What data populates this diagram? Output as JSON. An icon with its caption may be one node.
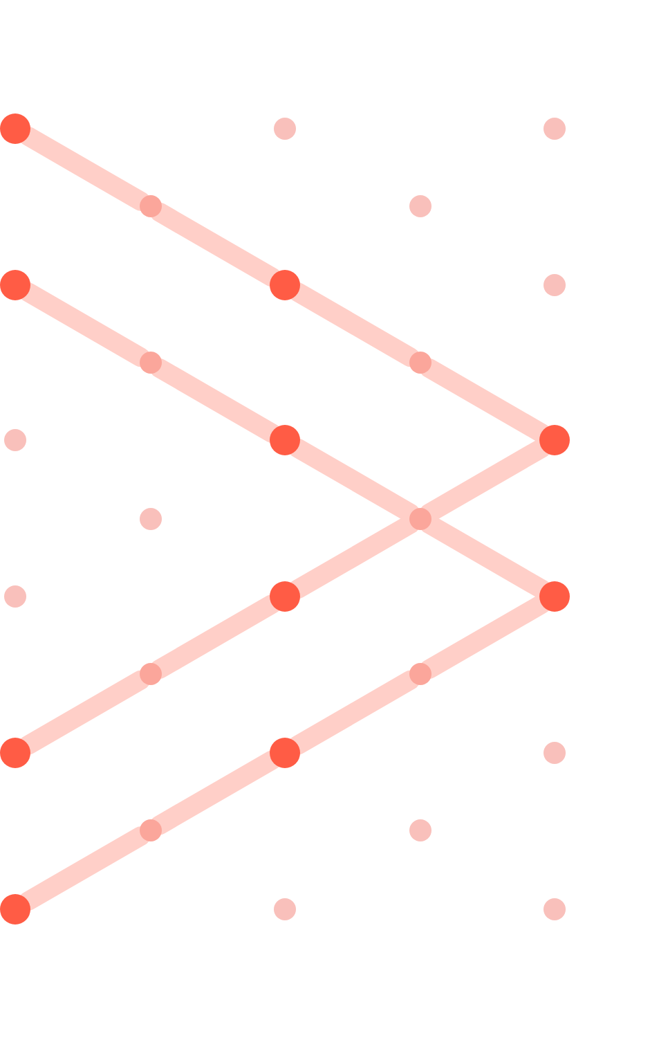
{
  "diagram": {
    "nodes": [
      {
        "text": [],
        "shape": "circle"
      },
      {
        "text": [],
        "shape": "circle"
      },
      {
        "text": [],
        "shape": "circle"
      },
      {
        "text": [],
        "shape": "circle"
      },
      {
        "text": [],
        "shape": "circle"
      },
      {
        "text": [],
        "shape": "circle"
      },
      {
        "text": [],
        "shape": "circle"
      },
      {
        "text": [],
        "shape": "circle"
      },
      {
        "text": [],
        "shape": "circle"
      },
      {
        "text": [],
        "shape": "circle"
      },
      {
        "text": [],
        "shape": "circle"
      },
      {
        "text": [],
        "shape": "circle"
      },
      {
        "text": [],
        "shape": "circle"
      },
      {
        "text": [],
        "shape": "circle"
      },
      {
        "text": [],
        "shape": "circle"
      },
      {
        "text": [],
        "shape": "circle"
      },
      {
        "text": [],
        "shape": "circle"
      },
      {
        "text": [],
        "shape": "circle"
      },
      {
        "text": [],
        "shape": "circle"
      },
      {
        "text": [],
        "shape": "circle"
      },
      {
        "text": [],
        "shape": "circle"
      },
      {
        "text": [],
        "shape": "circle"
      },
      {
        "text": [],
        "shape": "circle"
      },
      {
        "text": [],
        "shape": "circle"
      },
      {
        "text": [],
        "shape": "circle"
      },
      {
        "text": [],
        "shape": "circle"
      },
      {
        "text": [],
        "shape": "circle"
      },
      {
        "text": [],
        "shape": "circle"
      }
    ],
    "edges": [
      {
        "from": 0,
        "to": 3,
        "arrow": "none"
      },
      {
        "from": 3,
        "to": 6,
        "arrow": "none"
      },
      {
        "from": 6,
        "to": 9,
        "arrow": "none"
      },
      {
        "from": 9,
        "to": 12,
        "arrow": "none"
      },
      {
        "from": 5,
        "to": 8,
        "arrow": "none"
      },
      {
        "from": 8,
        "to": 11,
        "arrow": "none"
      },
      {
        "from": 11,
        "to": 14,
        "arrow": "none"
      },
      {
        "from": 14,
        "to": 17,
        "arrow": "none"
      },
      {
        "from": 20,
        "to": 18,
        "arrow": "none"
      },
      {
        "from": 18,
        "to": 16,
        "arrow": "none"
      },
      {
        "from": 16,
        "to": 14,
        "arrow": "none"
      },
      {
        "from": 14,
        "to": 12,
        "arrow": "none"
      },
      {
        "from": 25,
        "to": 23,
        "arrow": "none"
      },
      {
        "from": 23,
        "to": 21,
        "arrow": "none"
      },
      {
        "from": 21,
        "to": 19,
        "arrow": "none"
      },
      {
        "from": 19,
        "to": 17,
        "arrow": "none"
      }
    ]
  }
}
